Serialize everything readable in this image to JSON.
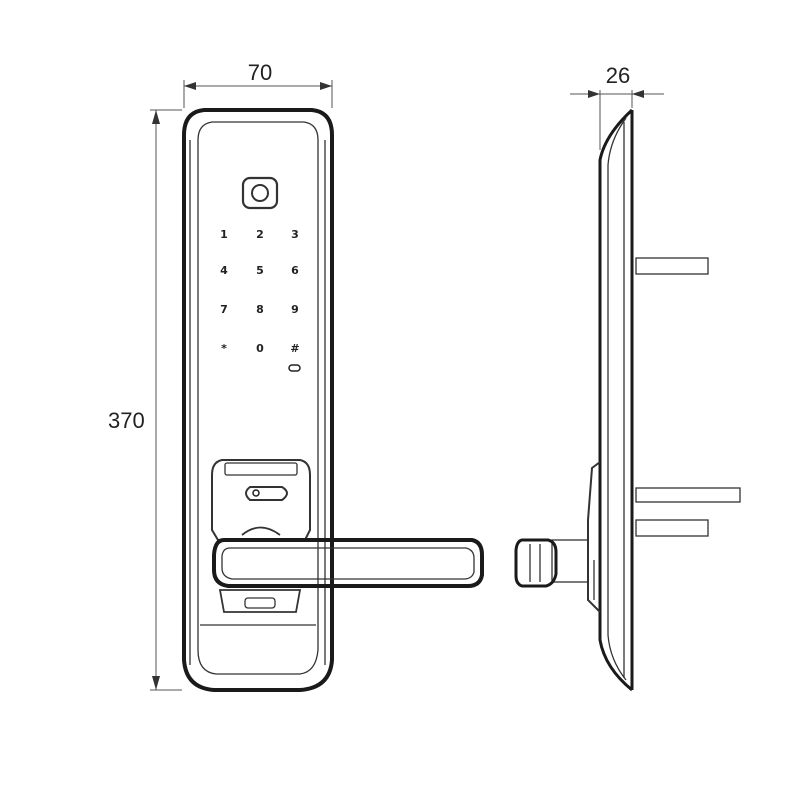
{
  "dimensions": {
    "width": "70",
    "height": "370",
    "depth": "26"
  },
  "keypad": {
    "keys": [
      "1",
      "2",
      "3",
      "4",
      "5",
      "6",
      "7",
      "8",
      "9",
      "*",
      "0",
      "#"
    ]
  },
  "colors": {
    "line": "#1a1a1a",
    "background": "#ffffff"
  }
}
